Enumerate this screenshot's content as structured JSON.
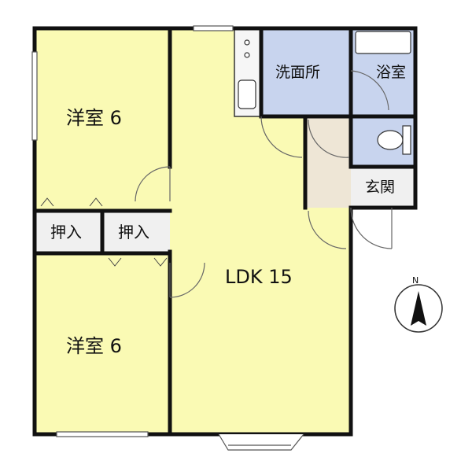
{
  "rooms": {
    "western_room_top": {
      "label": "洋室 6"
    },
    "western_room_bottom": {
      "label": "洋室 6"
    },
    "closet_left": {
      "label": "押入"
    },
    "closet_right": {
      "label": "押入"
    },
    "ldk": {
      "label": "LDK 15"
    },
    "washroom": {
      "label": "洗面所"
    },
    "bathroom": {
      "label": "浴室"
    },
    "entrance": {
      "label": "玄関"
    }
  },
  "compass": {
    "north_label": "N"
  },
  "colors": {
    "bedroom": "#fafab4",
    "ldk": "#fafab4",
    "wet_area": "#c8d4ee",
    "hall": "#eee6d6",
    "closet": "#f0f0f0",
    "wall": "#111111"
  }
}
